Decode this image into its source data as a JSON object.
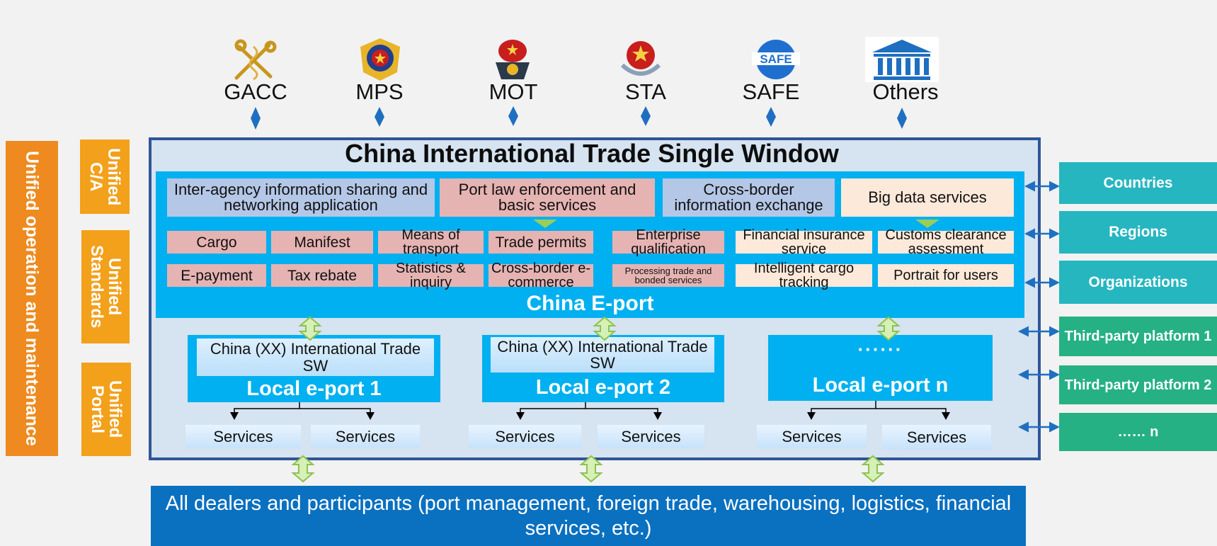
{
  "agencies": [
    {
      "name": "GACC"
    },
    {
      "name": "MPS"
    },
    {
      "name": "MOT"
    },
    {
      "name": "STA"
    },
    {
      "name": "SAFE",
      "logo_text": "SAFE"
    },
    {
      "name": "Others"
    }
  ],
  "rails": {
    "om": "Unified operation and maintenance",
    "ca": "Unified C/A",
    "standards": "Unified Standards",
    "portal": "Unified Portal"
  },
  "main": {
    "title": "China International Trade Single Window",
    "eport_label": "China E-port",
    "top_row": [
      "Inter-agency information sharing and networking application",
      "Port law enforcement and basic services",
      "Cross-border information exchange",
      "Big data services"
    ],
    "row2": [
      "Cargo",
      "Manifest",
      "Means of transport",
      "Trade permits",
      "Enterprise qualification",
      "Financial insurance service",
      "Customs clearance assessment"
    ],
    "row3": [
      "E-payment",
      "Tax rebate",
      "Statistics & inquiry",
      "Cross-border e-commerce",
      "Processing trade and bonded services",
      "Intelligent cargo tracking",
      "Portrait for users"
    ]
  },
  "local_ports": [
    {
      "inner": "China (XX) International Trade SW",
      "label": "Local e-port 1",
      "services": [
        "Services",
        "Services"
      ]
    },
    {
      "inner": "China (XX) International Trade SW",
      "label": "Local e-port 2",
      "services": [
        "Services",
        "Services"
      ]
    },
    {
      "inner": "······",
      "label": "Local e-port  n",
      "services": [
        "Services",
        "Services"
      ]
    }
  ],
  "right": [
    "Countries",
    "Regions",
    "Organizations",
    "Third-party platform 1",
    "Third-party platform 2",
    "……   n"
  ],
  "bottom": "All dealers and participants (port management, foreign trade, warehousing, logistics, financial services, etc.)",
  "colors": {
    "frame": "#2f5597",
    "eport": "#00b0f0",
    "bottom": "#0a70c0",
    "teal": "#26b6c0",
    "green": "#25b184",
    "rail": "#f3a01b"
  }
}
